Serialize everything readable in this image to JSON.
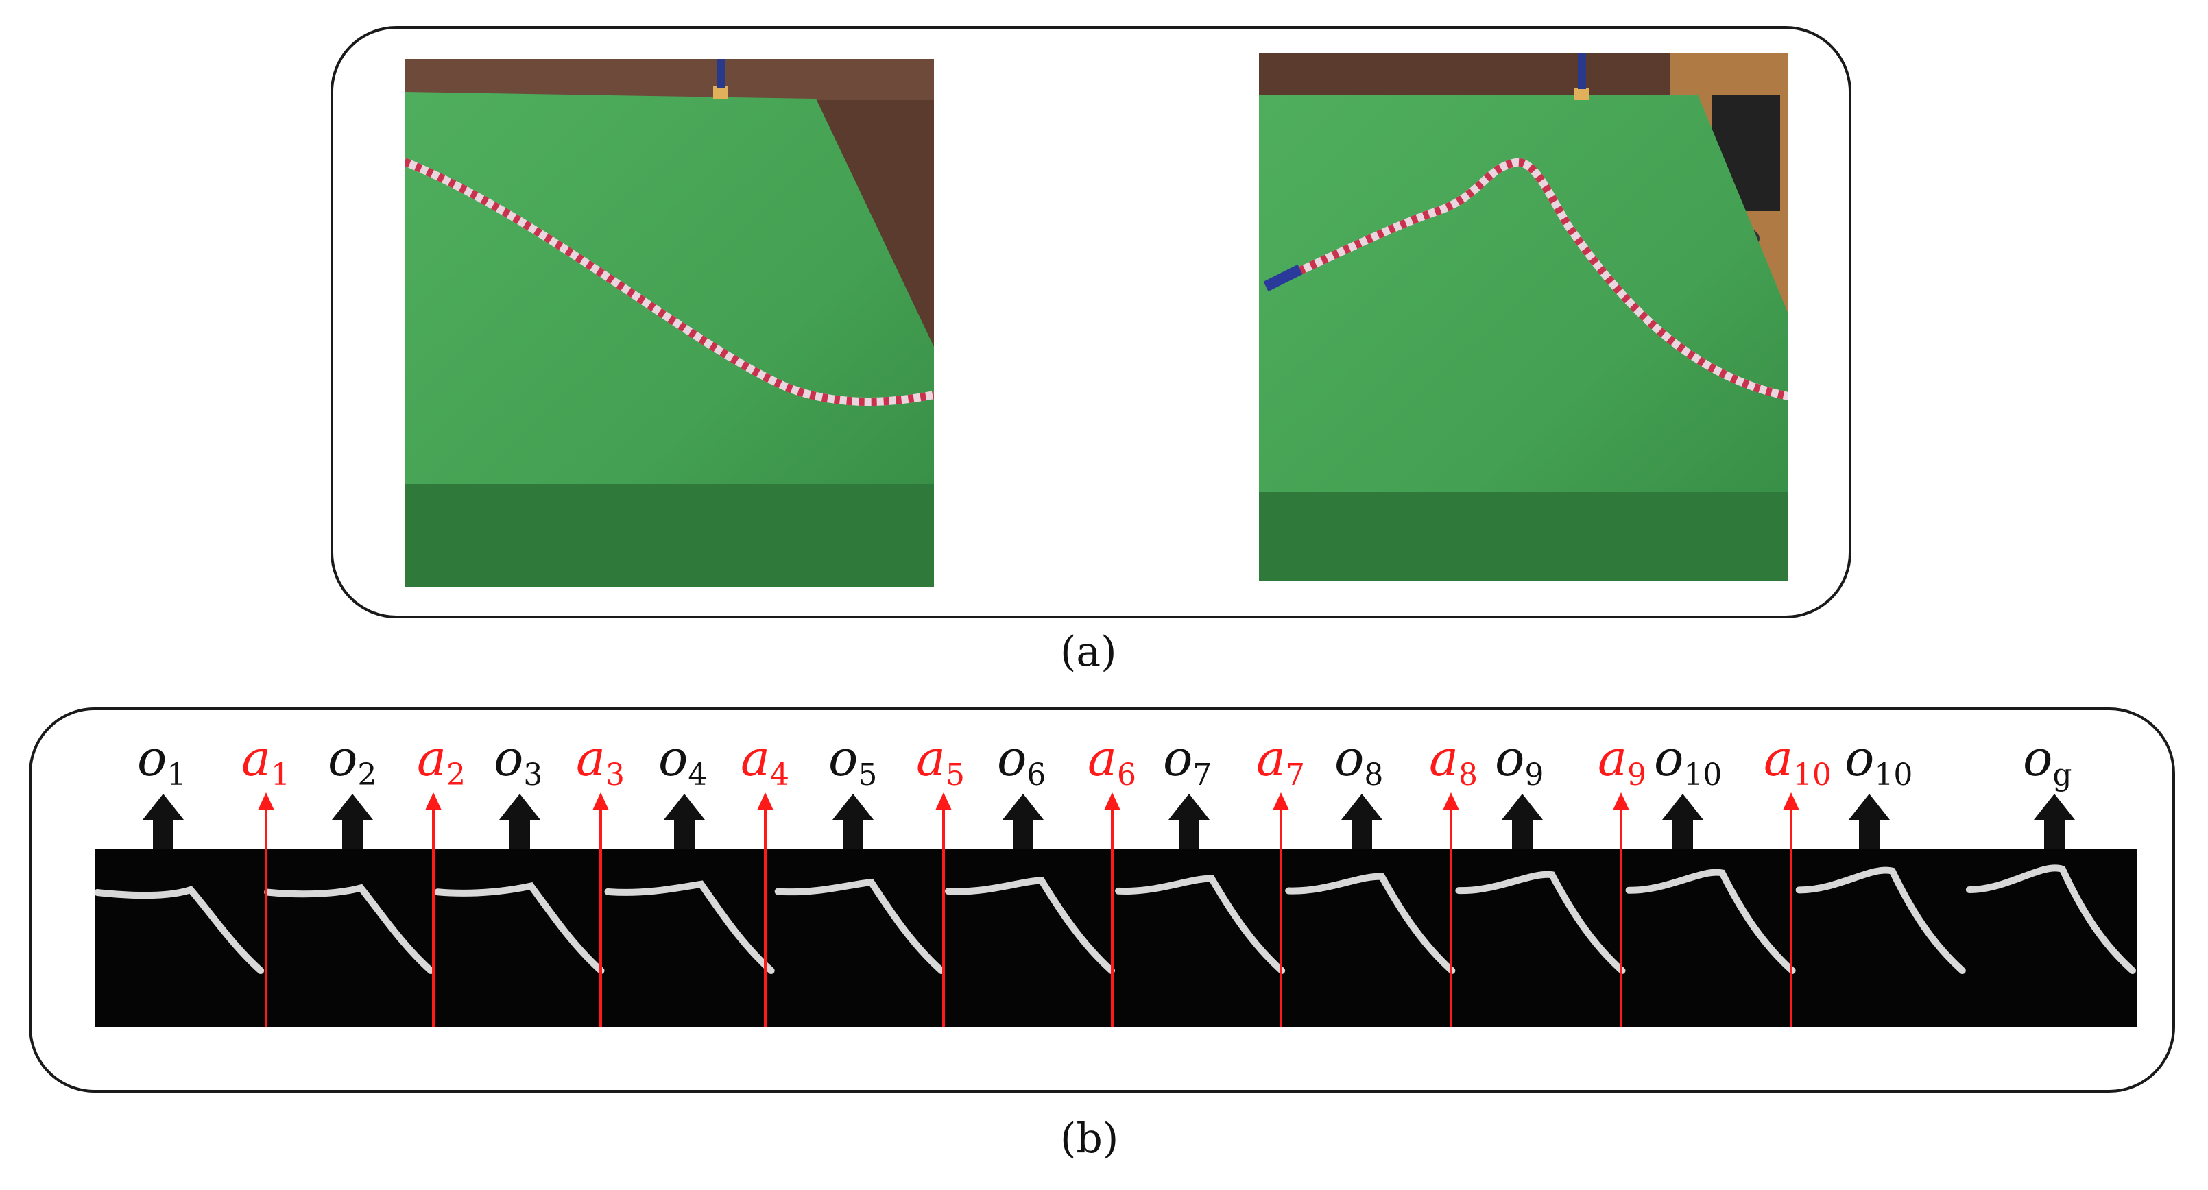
{
  "panel_a": {
    "caption": "(a)",
    "images": [
      {
        "name": "initial-rope-photo",
        "description_icon": "rope-on-green-table"
      },
      {
        "name": "goal-rope-photo",
        "description_icon": "rope-on-green-table"
      }
    ]
  },
  "panel_b": {
    "caption": "(b)",
    "observation_labels": [
      {
        "base": "o",
        "sub": "1"
      },
      {
        "base": "o",
        "sub": "2"
      },
      {
        "base": "o",
        "sub": "3"
      },
      {
        "base": "o",
        "sub": "4"
      },
      {
        "base": "o",
        "sub": "5"
      },
      {
        "base": "o",
        "sub": "6"
      },
      {
        "base": "o",
        "sub": "7"
      },
      {
        "base": "o",
        "sub": "8"
      },
      {
        "base": "o",
        "sub": "9"
      },
      {
        "base": "o",
        "sub": "10"
      },
      {
        "base": "o",
        "sub": "10"
      },
      {
        "base": "o",
        "sub": "g"
      }
    ],
    "action_labels": [
      {
        "base": "a",
        "sub": "1"
      },
      {
        "base": "a",
        "sub": "2"
      },
      {
        "base": "a",
        "sub": "3"
      },
      {
        "base": "a",
        "sub": "4"
      },
      {
        "base": "a",
        "sub": "5"
      },
      {
        "base": "a",
        "sub": "6"
      },
      {
        "base": "a",
        "sub": "7"
      },
      {
        "base": "a",
        "sub": "8"
      },
      {
        "base": "a",
        "sub": "9"
      },
      {
        "base": "a",
        "sub": "10"
      }
    ],
    "colors": {
      "observation": "#111111",
      "action": "#ff1a1a",
      "strip_bg": "#050505",
      "rope": "#d8d8d8"
    },
    "icons": {
      "observation_arrow": "black-up-arrow-icon",
      "action_arrow": "red-up-arrow-icon"
    }
  }
}
